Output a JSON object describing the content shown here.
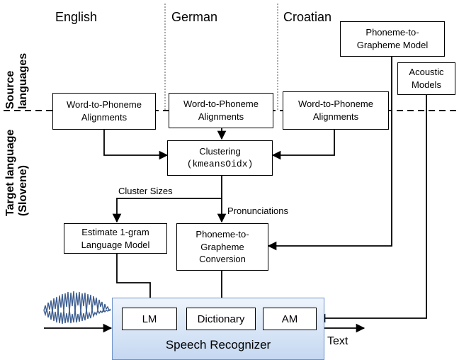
{
  "languages": {
    "english": "English",
    "german": "German",
    "croatian": "Croatian"
  },
  "side_labels": {
    "source": "Source",
    "source_languages": "languages",
    "target": "Target language",
    "target_sub": "(Slovene)"
  },
  "boxes": {
    "alignments_en": "Word-to-Phoneme\nAlignments",
    "alignments_de": "Word-to-Phoneme\nAlignments",
    "alignments_hr": "Word-to-Phoneme\nAlignments",
    "p2g_model": "Phoneme-to-\nGrapheme Model",
    "acoustic_models": "Acoustic\nModels",
    "clustering_title": "Clustering",
    "clustering_code": "(kmeansOidx)",
    "lm_estimate": "Estimate 1-gram\nLanguage Model",
    "p2g_conversion": "Phoneme-to-\nGrapheme\nConversion"
  },
  "edge_labels": {
    "cluster_sizes": "Cluster Sizes",
    "pronunciations": "Pronunciations",
    "text": "Text"
  },
  "recognizer": {
    "title": "Speech Recognizer",
    "lm": "LM",
    "dictionary": "Dictionary",
    "am": "AM"
  },
  "colors": {
    "recognizer_fill": "#c5d8f1",
    "recognizer_border": "#6a8fc7",
    "waveform": "#3d5d8f"
  }
}
